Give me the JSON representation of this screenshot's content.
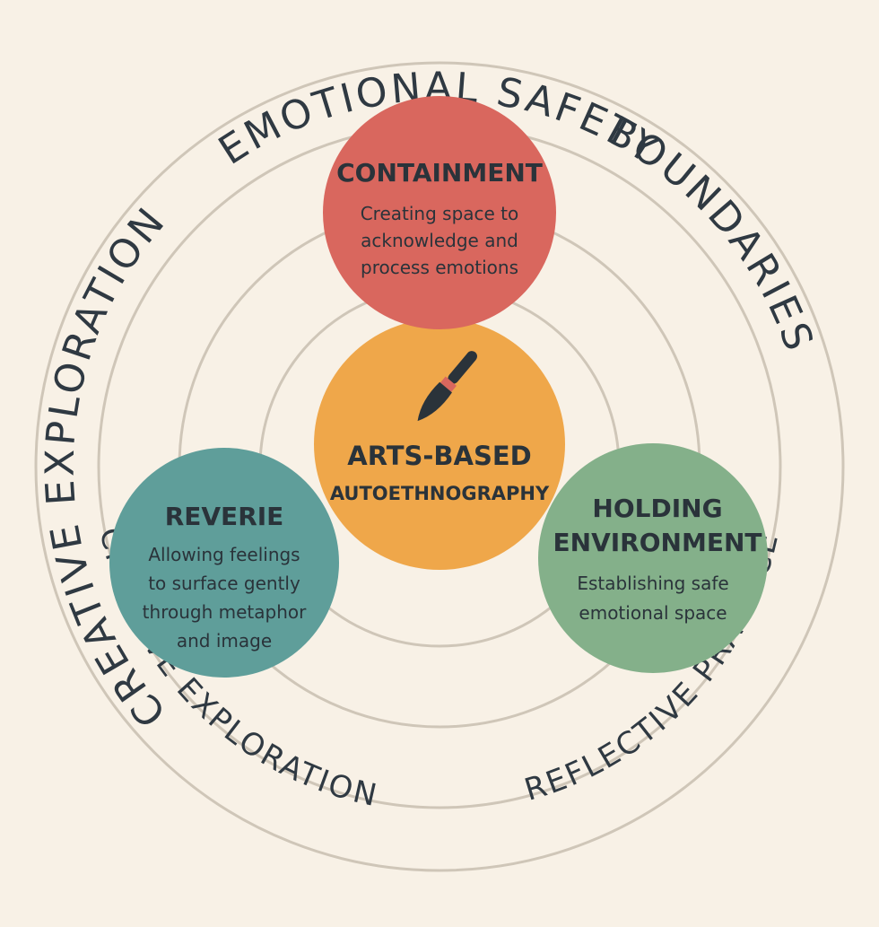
{
  "colors": {
    "background": "#f8f1e6",
    "ring": "#cfc6b8",
    "containment": "#d9675e",
    "center": "#efa74a",
    "reverie": "#5f9e9a",
    "holding": "#84b08a",
    "text": "#2a333a",
    "brush": "#2a333a",
    "brush_ferrule": "#d9675e"
  },
  "outer_labels": {
    "top": "EMOTIONAL SAFETY",
    "right": "BOUNDARIES",
    "left": "CREATIVE EXPLORATION",
    "bottom_left": "CREATIVE EXPLORATION",
    "bottom_right": "REFLECTIVE PRACTICE"
  },
  "center": {
    "icon": "paintbrush-icon",
    "title": "ARTS-BASED",
    "subtitle": "AUTOETHNOGRAPHY"
  },
  "nodes": {
    "containment": {
      "title": "CONTAINMENT",
      "description": [
        "Creating space to",
        "acknowledge and",
        "process emotions"
      ]
    },
    "reverie": {
      "title": "REVERIE",
      "description": [
        "Allowing feelings",
        "to surface gently",
        "through metaphor",
        "and image"
      ]
    },
    "holding": {
      "title_lines": [
        "HOLDING",
        "ENVIRONMENT"
      ],
      "description": [
        "Establishing safe",
        "emotional space"
      ]
    }
  }
}
